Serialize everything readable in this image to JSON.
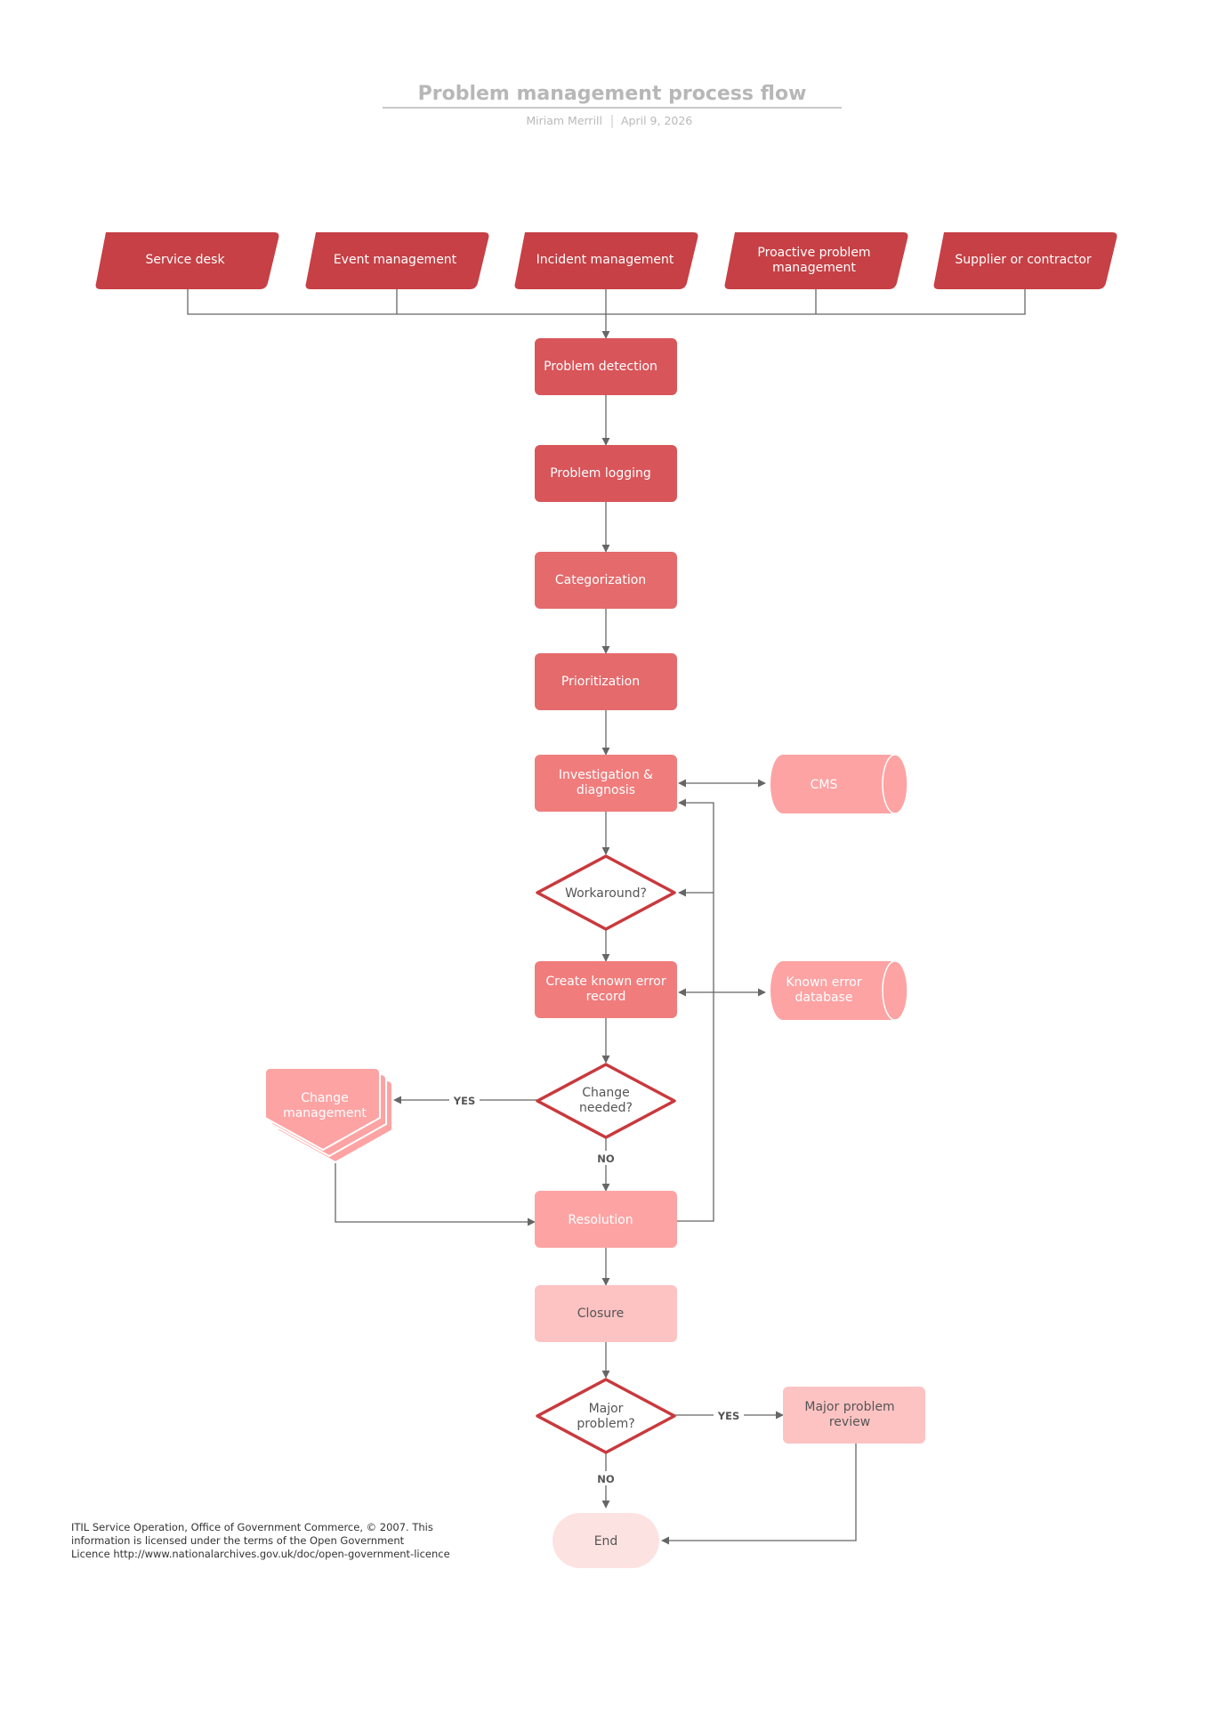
{
  "header": {
    "title": "Problem management process flow",
    "author": "Miriam Merrill",
    "date": "April 9, 2026"
  },
  "colors": {
    "red_dark": "#c64045",
    "red_mid1": "#d8555a",
    "red_mid2": "#e46a6c",
    "red_mid3": "#f07c7c",
    "pink_mid": "#fda3a3",
    "pink_light": "#fdc3c3",
    "pink_pale": "#fde2e2",
    "diamond_stroke": "#c9393d",
    "connector": "#666666"
  },
  "sources": [
    {
      "label": "Service desk"
    },
    {
      "label": "Event management"
    },
    {
      "label": "Incident management"
    },
    {
      "label": "Proactive problem management"
    },
    {
      "label": "Supplier or contractor"
    }
  ],
  "steps": {
    "detection": "Problem detection",
    "logging": "Problem logging",
    "categorization": "Categorization",
    "prioritization": "Prioritization",
    "investigation": "Investigation & diagnosis",
    "known_error": "Create known error record",
    "resolution": "Resolution",
    "closure": "Closure",
    "major_review": "Major problem review",
    "end": "End"
  },
  "decisions": {
    "workaround": "Workaround?",
    "change_needed": "Change needed?",
    "major_problem": "Major problem?"
  },
  "stores": {
    "cms": "CMS",
    "known_error_db": "Known error database"
  },
  "external": {
    "change_management": "Change management"
  },
  "edge_labels": {
    "change_yes": "YES",
    "change_no": "NO",
    "major_yes": "YES",
    "major_no": "NO"
  },
  "footer": {
    "line1": "ITIL Service Operation, Office of Government Commerce, © 2007. This",
    "line2": "information is licensed under the terms of the Open Government",
    "line3": "Licence http://www.nationalarchives.gov.uk/doc/open-government-licence"
  }
}
